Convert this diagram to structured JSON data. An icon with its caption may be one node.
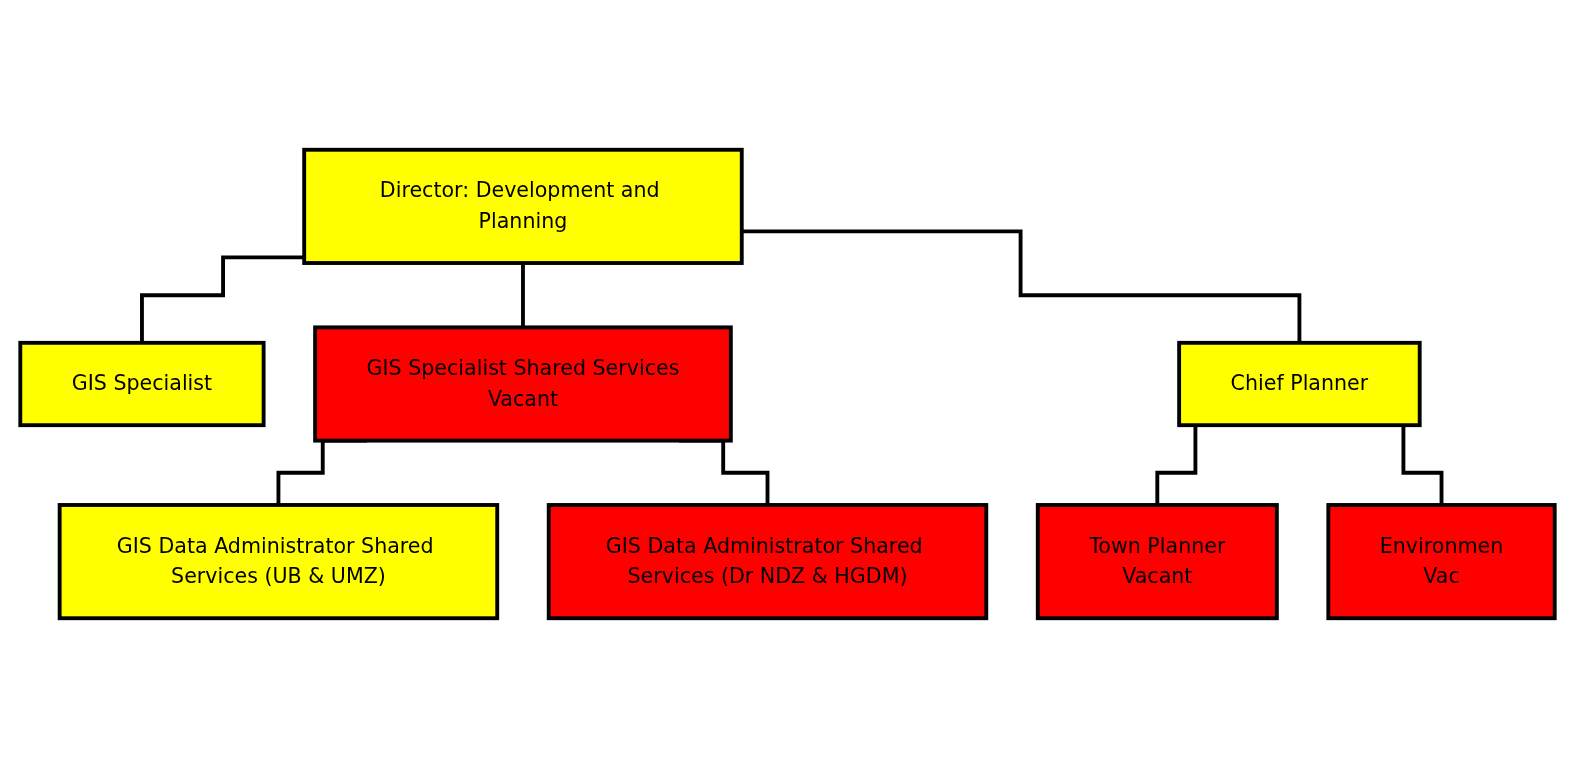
{
  "diagram": {
    "nodes": [
      {
        "text": [
          "Director: Development and Planning"
        ]
      },
      {
        "text": [
          "GIS Specialist"
        ]
      },
      {
        "text": [
          "GIS Specialist Shared Services",
          "Vacant"
        ]
      },
      {
        "text": [
          "Chief Planner"
        ]
      },
      {
        "text": [
          "GIS Data Administrator Shared Services (UB & UMZ)"
        ]
      },
      {
        "text": [
          "GIS Data Administrator Shared Services (Dr NDZ & HGDM)"
        ]
      },
      {
        "text": [
          "Town Planner",
          "Vacant"
        ]
      },
      {
        "text": [
          "Environmen",
          "Vac"
        ]
      }
    ],
    "edges": [
      {
        "from": 0,
        "to": 1,
        "arrow": "none"
      },
      {
        "from": 0,
        "to": 2,
        "arrow": "none"
      },
      {
        "from": 0,
        "to": 3,
        "arrow": "none"
      },
      {
        "from": 2,
        "to": 4,
        "arrow": "none"
      },
      {
        "from": 2,
        "to": 5,
        "arrow": "none"
      },
      {
        "from": 3,
        "to": 6,
        "arrow": "none"
      },
      {
        "from": 3,
        "to": 7,
        "arrow": "none"
      }
    ]
  }
}
